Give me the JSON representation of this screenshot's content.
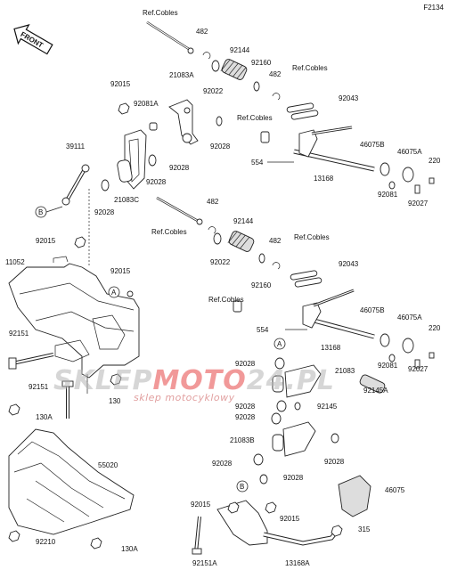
{
  "diagram_code": "F2134",
  "front_label": "FRONT",
  "watermark": {
    "brand_gray": "SKLEP",
    "brand_red": "MOTO",
    "brand_tail": "24.PL",
    "subline": "sklep motocyklowy"
  },
  "labels": [
    {
      "id": "ref-cables-top",
      "text": "Ref.Cobles"
    },
    {
      "id": "482-a",
      "text": "482"
    },
    {
      "id": "92144-a",
      "text": "92144"
    },
    {
      "id": "92160-a",
      "text": "92160"
    },
    {
      "id": "482-b",
      "text": "482"
    },
    {
      "id": "ref-cables-a2",
      "text": "Ref.Cobles"
    },
    {
      "id": "92015-a",
      "text": "92015"
    },
    {
      "id": "21083a",
      "text": "21083A"
    },
    {
      "id": "92022-a",
      "text": "92022"
    },
    {
      "id": "92081a",
      "text": "92081A"
    },
    {
      "id": "ref-cables-a3",
      "text": "Ref.Cobles"
    },
    {
      "id": "92043-a",
      "text": "92043"
    },
    {
      "id": "92028-a1",
      "text": "92028"
    },
    {
      "id": "39111",
      "text": "39111"
    },
    {
      "id": "46075b-a",
      "text": "46075B"
    },
    {
      "id": "46075a-a",
      "text": "46075A"
    },
    {
      "id": "220-a",
      "text": "220"
    },
    {
      "id": "554-a",
      "text": "554"
    },
    {
      "id": "13168-a",
      "text": "13168"
    },
    {
      "id": "92028-a2",
      "text": "92028"
    },
    {
      "id": "92028-a3",
      "text": "92028"
    },
    {
      "id": "21083c",
      "text": "21083C"
    },
    {
      "id": "92028-a4",
      "text": "92028"
    },
    {
      "id": "92081-a",
      "text": "92081"
    },
    {
      "id": "92027-a",
      "text": "92027"
    },
    {
      "id": "482-c",
      "text": "482"
    },
    {
      "id": "ref-cables-b1",
      "text": "Ref.Cobles"
    },
    {
      "id": "92144-b",
      "text": "92144"
    },
    {
      "id": "ref-cables-b2",
      "text": "Ref.Cobles"
    },
    {
      "id": "92015-b",
      "text": "92015"
    },
    {
      "id": "92022-b",
      "text": "92022"
    },
    {
      "id": "482-d",
      "text": "482"
    },
    {
      "id": "11052",
      "text": "11052"
    },
    {
      "id": "92043-b",
      "text": "92043"
    },
    {
      "id": "92015-c",
      "text": "92015"
    },
    {
      "id": "92160-b",
      "text": "92160"
    },
    {
      "id": "ref-cables-b3",
      "text": "Ref.Cobles"
    },
    {
      "id": "46075b-b",
      "text": "46075B"
    },
    {
      "id": "46075a-b",
      "text": "46075A"
    },
    {
      "id": "554-b",
      "text": "554"
    },
    {
      "id": "220-b",
      "text": "220"
    },
    {
      "id": "92151",
      "text": "92151"
    },
    {
      "id": "13168-b",
      "text": "13168"
    },
    {
      "id": "92081-b",
      "text": "92081"
    },
    {
      "id": "92027-b",
      "text": "92027"
    },
    {
      "id": "92028-b1",
      "text": "92028"
    },
    {
      "id": "21083",
      "text": "21083"
    },
    {
      "id": "92151-b",
      "text": "92151"
    },
    {
      "id": "130-a",
      "text": "130"
    },
    {
      "id": "92145a",
      "text": "92145A"
    },
    {
      "id": "92028-b2",
      "text": "92028"
    },
    {
      "id": "92145",
      "text": "92145"
    },
    {
      "id": "92028-b3",
      "text": "92028"
    },
    {
      "id": "130a-a",
      "text": "130A"
    },
    {
      "id": "21083b",
      "text": "21083B"
    },
    {
      "id": "55020",
      "text": "55020"
    },
    {
      "id": "92028-b4",
      "text": "92028"
    },
    {
      "id": "92028-b5",
      "text": "92028"
    },
    {
      "id": "92028-b6",
      "text": "92028"
    },
    {
      "id": "46075",
      "text": "46075"
    },
    {
      "id": "92015-d",
      "text": "92015"
    },
    {
      "id": "92015-e",
      "text": "92015"
    },
    {
      "id": "315",
      "text": "315"
    },
    {
      "id": "92210",
      "text": "92210"
    },
    {
      "id": "130a-b",
      "text": "130A"
    },
    {
      "id": "92151a",
      "text": "92151A"
    },
    {
      "id": "13168a",
      "text": "13168A"
    }
  ],
  "callouts": [
    {
      "id": "callout-b-left",
      "text": "B"
    },
    {
      "id": "callout-a-frame",
      "text": "A"
    },
    {
      "id": "callout-a-lower",
      "text": "A"
    },
    {
      "id": "callout-b-lower",
      "text": "B"
    }
  ]
}
